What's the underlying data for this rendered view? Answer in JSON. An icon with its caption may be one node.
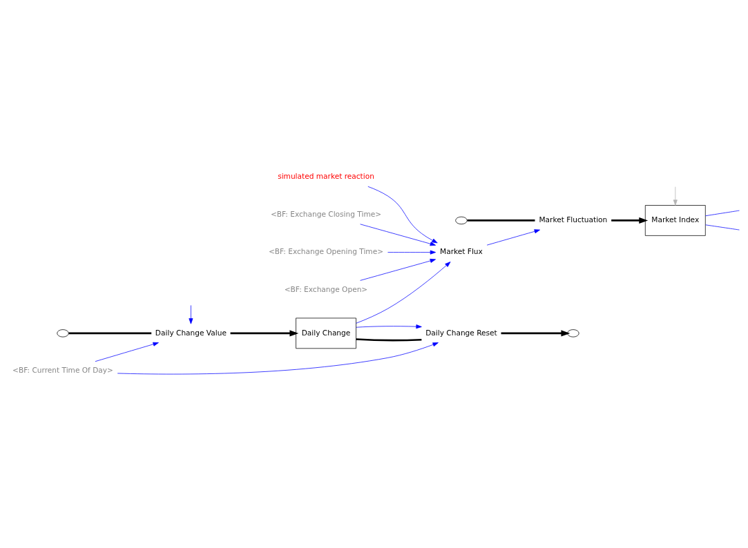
{
  "diagram": {
    "nodes": [
      {
        "text": [],
        "shape": "cloud"
      },
      {
        "text": [
          "Market Fluctuation"
        ]
      },
      {
        "text": [
          "Market Index"
        ]
      },
      {
        "text": [
          "simulated market reaction"
        ]
      },
      {
        "text": [
          "Market Flux"
        ]
      },
      {
        "text": [
          "<BF: Exchange Closing Time>"
        ]
      },
      {
        "text": [
          "<BF: Exchange Opening Time>"
        ]
      },
      {
        "text": [
          "<BF: Exchange Open>"
        ]
      },
      {
        "text": [],
        "shape": "cloud"
      },
      {
        "text": [
          "Daily Change Value"
        ]
      },
      {
        "text": [
          "Daily Change"
        ]
      },
      {
        "text": [
          "Daily Change Reset"
        ]
      },
      {
        "text": [],
        "shape": "cloud"
      },
      {
        "text": [
          "<BF: Current Time Of Day>"
        ]
      }
    ],
    "edges": [
      {
        "from": 0,
        "to": 1,
        "arrow": "none",
        "style": "thick",
        "color": "#000000"
      },
      {
        "from": 1,
        "to": 2,
        "arrow": "to",
        "style": "thick",
        "color": "#000000"
      },
      {
        "from": 3,
        "to": 4,
        "arrow": "to"
      },
      {
        "from": 4,
        "to": 1,
        "arrow": "to"
      },
      {
        "from": 5,
        "to": 4,
        "arrow": "to"
      },
      {
        "from": 6,
        "to": 4,
        "arrow": "to"
      },
      {
        "from": 7,
        "to": 4,
        "arrow": "to"
      },
      {
        "from": 10,
        "to": 4,
        "arrow": "to"
      },
      {
        "from": 8,
        "to": 9,
        "arrow": "none",
        "style": "thick",
        "color": "#000000"
      },
      {
        "from": 9,
        "to": 10,
        "arrow": "to",
        "style": "thick",
        "color": "#000000"
      },
      {
        "from": 10,
        "to": 11,
        "arrow": "none",
        "style": "thick",
        "color": "#000000"
      },
      {
        "from": 11,
        "to": 12,
        "arrow": "to",
        "style": "thick",
        "color": "#000000"
      },
      {
        "from": 10,
        "to": 11,
        "arrow": "to"
      },
      {
        "from": 13,
        "to": 9,
        "arrow": "to"
      },
      {
        "from": 13,
        "to": 11,
        "arrow": "to"
      },
      {
        "from": null,
        "to": 9,
        "arrow": "to"
      },
      {
        "from": 2,
        "to": null,
        "arrow": "none"
      },
      {
        "from": 2,
        "to": null,
        "arrow": "none"
      },
      {
        "from": null,
        "to": 2,
        "arrow": "to",
        "color": "#b4b4b4"
      }
    ]
  }
}
